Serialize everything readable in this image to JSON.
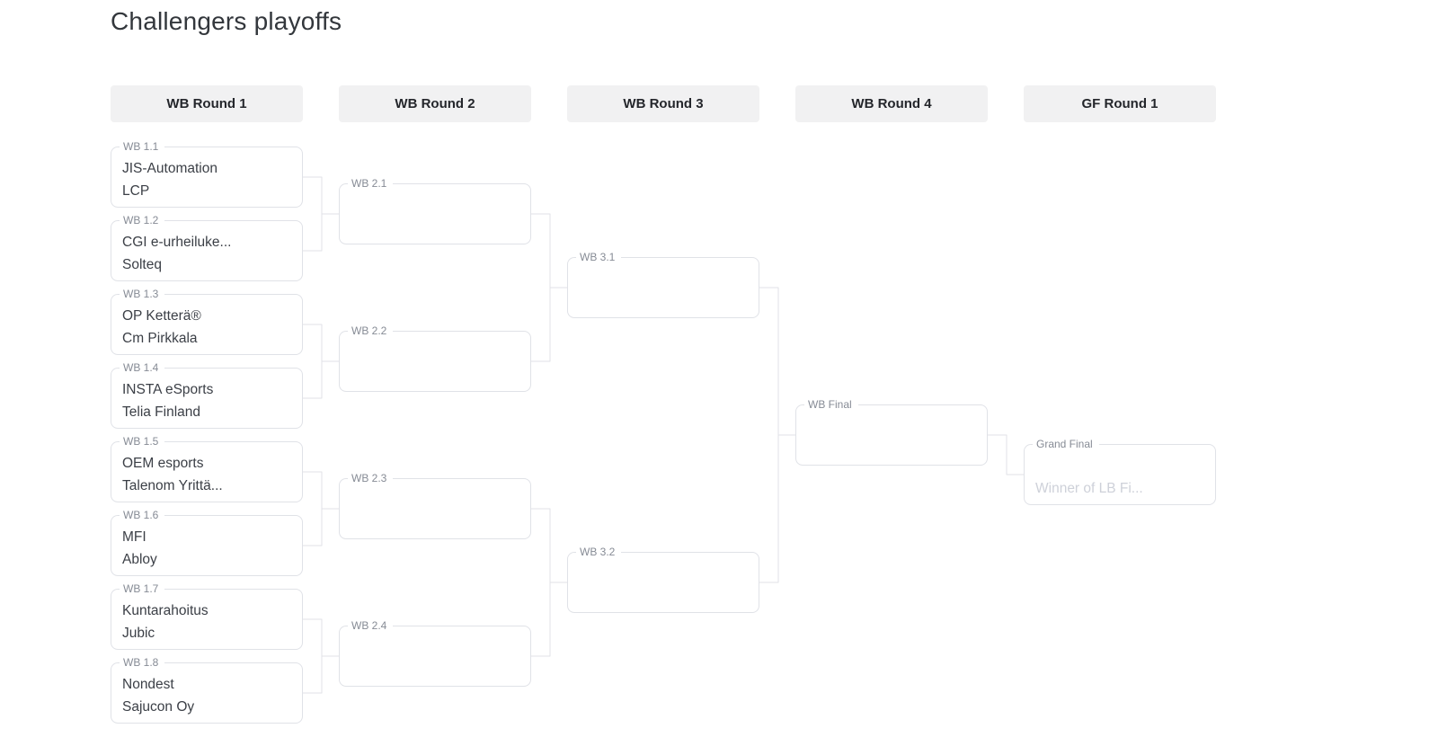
{
  "page": {
    "title": "Challengers playoffs"
  },
  "colors": {
    "page_bg": "#ffffff",
    "title_text": "#33373c",
    "header_bg": "#f1f1f2",
    "header_text": "#24262b",
    "box_bg": "#ffffff",
    "box_border": "#e0e2e7",
    "label_text": "#868b95",
    "team_text": "#3b3f46",
    "placeholder_text": "#ced1d9",
    "connector": "#e0e2e7"
  },
  "columns": [
    {
      "label": "WB Round 1"
    },
    {
      "label": "WB Round 2"
    },
    {
      "label": "WB Round 3"
    },
    {
      "label": "WB Round 4"
    },
    {
      "label": "GF Round 1"
    }
  ],
  "matches": [
    {
      "id": "WB 1.1",
      "round": 0,
      "slot": 0,
      "participants": [
        "JIS-Automation",
        "LCP"
      ],
      "muted": [
        false,
        false
      ],
      "feeds": "WB 2.1"
    },
    {
      "id": "WB 1.2",
      "round": 0,
      "slot": 1,
      "participants": [
        "CGI e-urheiluke...",
        "Solteq"
      ],
      "muted": [
        false,
        false
      ],
      "feeds": "WB 2.1"
    },
    {
      "id": "WB 1.3",
      "round": 0,
      "slot": 2,
      "participants": [
        "OP Ketterä®",
        "Cm Pirkkala"
      ],
      "muted": [
        false,
        false
      ],
      "feeds": "WB 2.2"
    },
    {
      "id": "WB 1.4",
      "round": 0,
      "slot": 3,
      "participants": [
        "INSTA eSports",
        "Telia Finland"
      ],
      "muted": [
        false,
        false
      ],
      "feeds": "WB 2.2"
    },
    {
      "id": "WB 1.5",
      "round": 0,
      "slot": 4,
      "participants": [
        "OEM esports",
        "Talenom Yrittä..."
      ],
      "muted": [
        false,
        false
      ],
      "feeds": "WB 2.3"
    },
    {
      "id": "WB 1.6",
      "round": 0,
      "slot": 5,
      "participants": [
        "MFI",
        "Abloy"
      ],
      "muted": [
        false,
        false
      ],
      "feeds": "WB 2.3"
    },
    {
      "id": "WB 1.7",
      "round": 0,
      "slot": 6,
      "participants": [
        "Kuntarahoitus",
        "Jubic"
      ],
      "muted": [
        false,
        false
      ],
      "feeds": "WB 2.4"
    },
    {
      "id": "WB 1.8",
      "round": 0,
      "slot": 7,
      "participants": [
        "Nondest",
        "Sajucon Oy"
      ],
      "muted": [
        false,
        false
      ],
      "feeds": "WB 2.4"
    },
    {
      "id": "WB 2.1",
      "round": 1,
      "slot": 0,
      "participants": [
        "",
        ""
      ],
      "muted": [
        false,
        false
      ],
      "feeds": "WB 3.1"
    },
    {
      "id": "WB 2.2",
      "round": 1,
      "slot": 1,
      "participants": [
        "",
        ""
      ],
      "muted": [
        false,
        false
      ],
      "feeds": "WB 3.1"
    },
    {
      "id": "WB 2.3",
      "round": 1,
      "slot": 2,
      "participants": [
        "",
        ""
      ],
      "muted": [
        false,
        false
      ],
      "feeds": "WB 3.2"
    },
    {
      "id": "WB 2.4",
      "round": 1,
      "slot": 3,
      "participants": [
        "",
        ""
      ],
      "muted": [
        false,
        false
      ],
      "feeds": "WB 3.2"
    },
    {
      "id": "WB 3.1",
      "round": 2,
      "slot": 0,
      "participants": [
        "",
        ""
      ],
      "muted": [
        false,
        false
      ],
      "feeds": "WB Final"
    },
    {
      "id": "WB 3.2",
      "round": 2,
      "slot": 1,
      "participants": [
        "",
        ""
      ],
      "muted": [
        false,
        false
      ],
      "feeds": "WB Final"
    },
    {
      "id": "WB Final",
      "round": 3,
      "slot": 0,
      "participants": [
        "",
        ""
      ],
      "muted": [
        false,
        false
      ],
      "feeds": "Grand Final"
    },
    {
      "id": "Grand Final",
      "round": 4,
      "slot": 0,
      "participants": [
        "",
        "Winner of LB Fi..."
      ],
      "muted": [
        false,
        true
      ],
      "feeds": null
    }
  ]
}
